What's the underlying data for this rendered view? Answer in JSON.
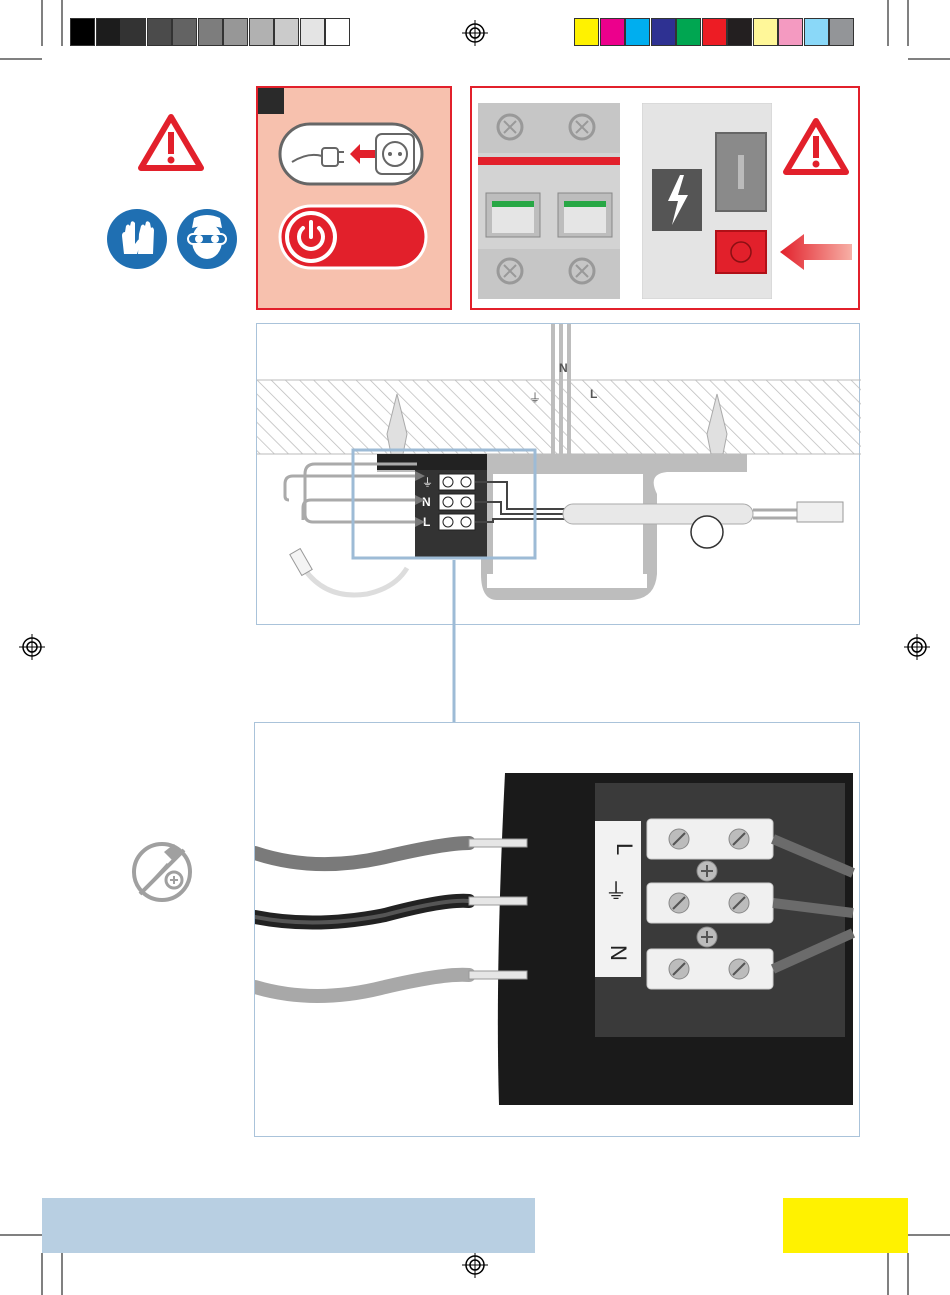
{
  "colors": {
    "grayscale_bar": [
      "#000000",
      "#1c1c1c",
      "#333333",
      "#4b4b4b",
      "#636363",
      "#7d7d7d",
      "#979797",
      "#b1b1b1",
      "#cbcbcb",
      "#e4e4e4",
      "#ffffff"
    ],
    "color_bar": [
      "#fff200",
      "#ec008c",
      "#00aeef",
      "#2e3192",
      "#00a651",
      "#ed1c24",
      "#231f20",
      "#fff799",
      "#f49ac1",
      "#8ad8f8",
      "#939598"
    ],
    "warning_red": "#e2202b",
    "pink_panel": "#f7c1ae",
    "safety_blue": "#1f6fb2",
    "footer_blue": "#b8cfe2",
    "footer_yellow": "#fff200"
  },
  "icons": [
    "warning-triangle-icon",
    "gloves-icon",
    "goggles-icon",
    "plug-unplug-icon",
    "power-off-icon",
    "circuit-breaker-icon",
    "fuse-box-icon",
    "arrow-icon",
    "screwdriver-icon",
    "registration-mark-icon"
  ],
  "terminal_labels": {
    "ground": "⏚",
    "neutral": "N",
    "live": "L"
  },
  "wire_labels": {
    "neutral": "N",
    "live": "L",
    "ground": "⏚"
  },
  "photo_labels": {
    "top": "L",
    "middle": "⏚",
    "bottom": "N"
  }
}
